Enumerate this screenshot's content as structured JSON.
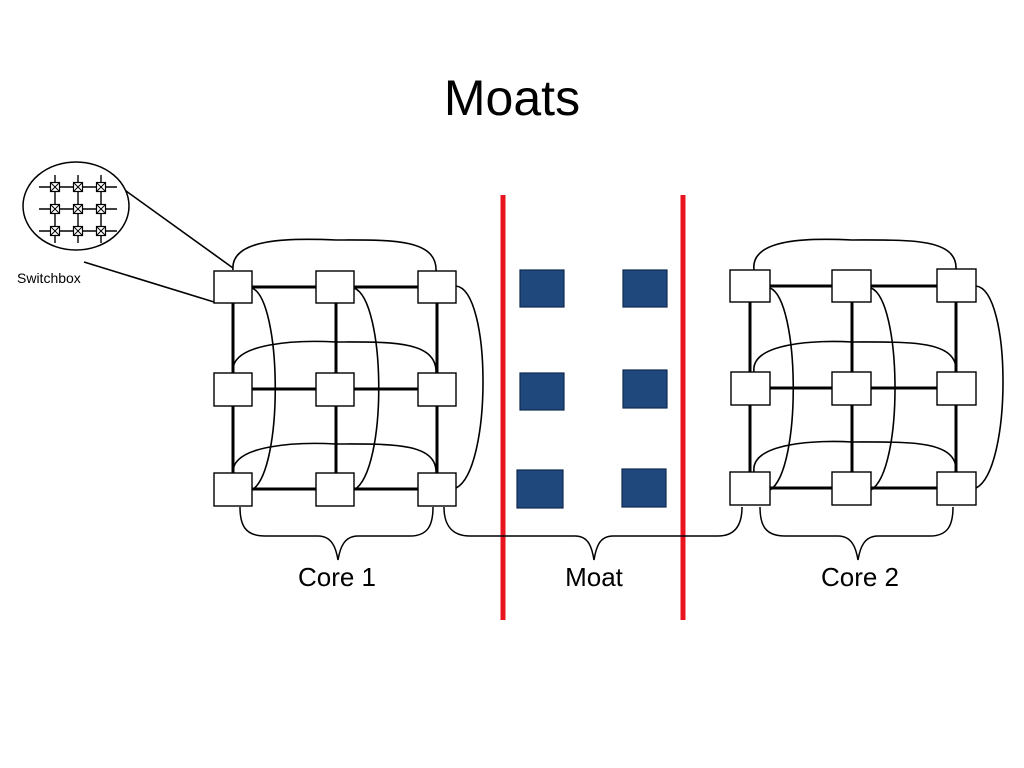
{
  "title": "Moats",
  "switchbox_label": "Switchbox",
  "labels": {
    "core1": "Core 1",
    "moat": "Moat",
    "core2": "Core 2"
  },
  "colors": {
    "moat_boundary": "#e8151f",
    "moat_block": "#1f497d",
    "wire": "#000000"
  },
  "cores": [
    {
      "name": "core-1",
      "rows": 3,
      "cols": 3
    },
    {
      "name": "core-2",
      "rows": 3,
      "cols": 3
    }
  ],
  "moat_blocks": {
    "rows": 3,
    "cols": 2
  },
  "switchbox_detail": {
    "rows": 3,
    "cols": 3
  }
}
